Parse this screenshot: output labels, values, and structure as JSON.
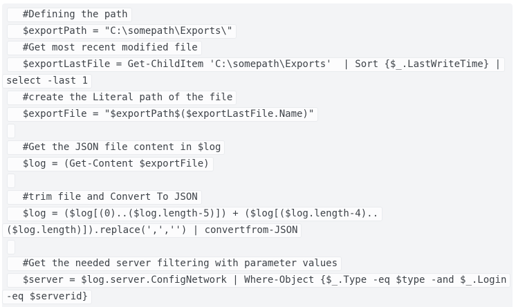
{
  "page": {
    "background": "#ffffff"
  },
  "code_block": {
    "colors": {
      "background": "#f3f4f6",
      "line_background": "#fcfcfd",
      "line_border": "#e9ebee",
      "text": "#3d4248"
    },
    "rows": [
      {
        "text": "  #Defining the path",
        "continuation": false,
        "blank": false
      },
      {
        "text": "  $exportPath = \"C:\\somepath\\Exports\\\"",
        "continuation": false,
        "blank": false
      },
      {
        "text": "  #Get most recent modified file",
        "continuation": false,
        "blank": false
      },
      {
        "text": "  $exportLastFile = Get-ChildItem 'C:\\somepath\\Exports'  | Sort {$_.LastWriteTime} |",
        "continuation": false,
        "blank": false
      },
      {
        "text": "select -last 1",
        "continuation": true,
        "blank": false
      },
      {
        "text": "  #create the Literal path of the file",
        "continuation": false,
        "blank": false
      },
      {
        "text": "  $exportFile = \"$exportPath$($exportLastFile.Name)\"",
        "continuation": false,
        "blank": false
      },
      {
        "text": "",
        "continuation": false,
        "blank": true
      },
      {
        "text": "  #Get the JSON file content in $log",
        "continuation": false,
        "blank": false
      },
      {
        "text": "  $log = (Get-Content $exportFile)",
        "continuation": false,
        "blank": false
      },
      {
        "text": "",
        "continuation": false,
        "blank": true
      },
      {
        "text": "  #trim file and Convert To JSON",
        "continuation": false,
        "blank": false
      },
      {
        "text": "  $log = ($log[(0)..($log.length-5)]) + ($log[($log.length-4)..",
        "continuation": false,
        "blank": false
      },
      {
        "text": "($log.length)]).replace(',','') | convertfrom-JSON",
        "continuation": true,
        "blank": false
      },
      {
        "text": "",
        "continuation": false,
        "blank": true
      },
      {
        "text": "  #Get the needed server filtering with parameter values",
        "continuation": false,
        "blank": false
      },
      {
        "text": "  $server = $log.server.ConfigNetwork | Where-Object {$_.Type -eq $type -and $_.Login",
        "continuation": false,
        "blank": false
      },
      {
        "text": "-eq $serverid}",
        "continuation": true,
        "blank": false
      }
    ],
    "logical_lines": [
      "#Defining the path",
      "$exportPath = \"C:\\somepath\\Exports\\\"",
      "#Get most recent modified file",
      "$exportLastFile = Get-ChildItem 'C:\\somepath\\Exports'  | Sort {$_.LastWriteTime} | select -last 1",
      "#create the Literal path of the file",
      "$exportFile = \"$exportPath$($exportLastFile.Name)\"",
      "",
      "#Get the JSON file content in $log",
      "$log = (Get-Content $exportFile)",
      "",
      "#trim file and Convert To JSON",
      "$log = ($log[(0)..($log.length-5)]) + ($log[($log.length-4)..($log.length)]).replace(',','') | convertfrom-JSON",
      "",
      "#Get the needed server filtering with parameter values",
      "$server = $log.server.ConfigNetwork | Where-Object {$_.Type -eq $type -and $_.Login -eq $serverid}"
    ]
  }
}
